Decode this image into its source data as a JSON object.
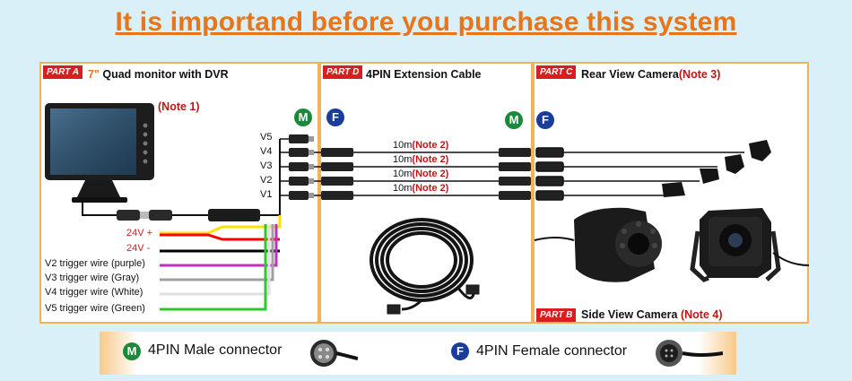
{
  "headline": "It is importand before you purchase this system",
  "panels": {
    "a": {
      "tag": "PART A",
      "size": "7\"",
      "title": "Quad monitor with DVR",
      "note": "(Note 1)"
    },
    "d": {
      "tag": "PART D",
      "title": "4PIN Extension Cable"
    },
    "c": {
      "tag": "PART C",
      "title": "Rear View Camera",
      "note": "(Note 3)"
    },
    "b": {
      "tag": "PART B",
      "title": "Side View Camera",
      "note": "(Note 4)"
    }
  },
  "video_channels": [
    "V5",
    "V4",
    "V3",
    "V2",
    "V1"
  ],
  "cable_length": "10m",
  "cable_notes": [
    "(Note 2)",
    "(Note 2)",
    "(Note 2)",
    "(Note 2)"
  ],
  "wires": [
    {
      "label": "24V +",
      "color": "#ff0000",
      "label_color": "#d61a1a"
    },
    {
      "label": "24V -",
      "color": "#000000",
      "label_color": "#d61a1a"
    },
    {
      "label": "V2 trigger wire (purple)",
      "color": "#c030c0",
      "label_color": "#111111"
    },
    {
      "label": "V3 trigger wire (Gray)",
      "color": "#a0a0a0",
      "label_color": "#111111"
    },
    {
      "label": "V4 trigger wire (White)",
      "color": "#e0e0e0",
      "label_color": "#111111"
    },
    {
      "label": "V5 trigger wire (Green)",
      "color": "#2ec82e",
      "label_color": "#111111"
    }
  ],
  "connector_badges": {
    "male": "M",
    "female": "F"
  },
  "legend": {
    "male_badge": "M",
    "male_text": "4PIN Male connector",
    "female_badge": "F",
    "female_text": "4PIN Female connector"
  },
  "colors": {
    "headline": "#e8751a",
    "tag": "#d81e1e",
    "note": "#c01515",
    "male": "#1a8a3a",
    "female": "#1a3c9a",
    "border": "#f0b35a"
  }
}
